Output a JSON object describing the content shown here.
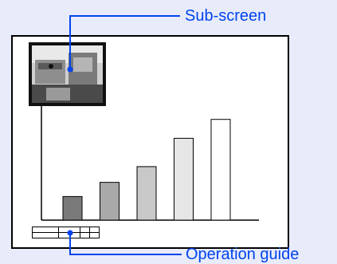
{
  "callouts": {
    "sub_screen": "Sub-screen",
    "operation_guide": "Operation guide"
  },
  "colors": {
    "background": "#e8ebfa",
    "callout_line": "#0044ee",
    "label_text": "#0044ee"
  },
  "subscreen_image": "factory-machinery-photo",
  "chart_data": {
    "type": "bar",
    "title": "",
    "xlabel": "",
    "ylabel": "",
    "categories": [
      "",
      "",
      "",
      "",
      ""
    ],
    "values": [
      30,
      48,
      68,
      104,
      128
    ],
    "fills": [
      "#7a7a7a",
      "#a9a9a9",
      "#c8c8c8",
      "#e6e6e6",
      "#ffffff"
    ],
    "ylim": [
      0,
      150
    ]
  }
}
